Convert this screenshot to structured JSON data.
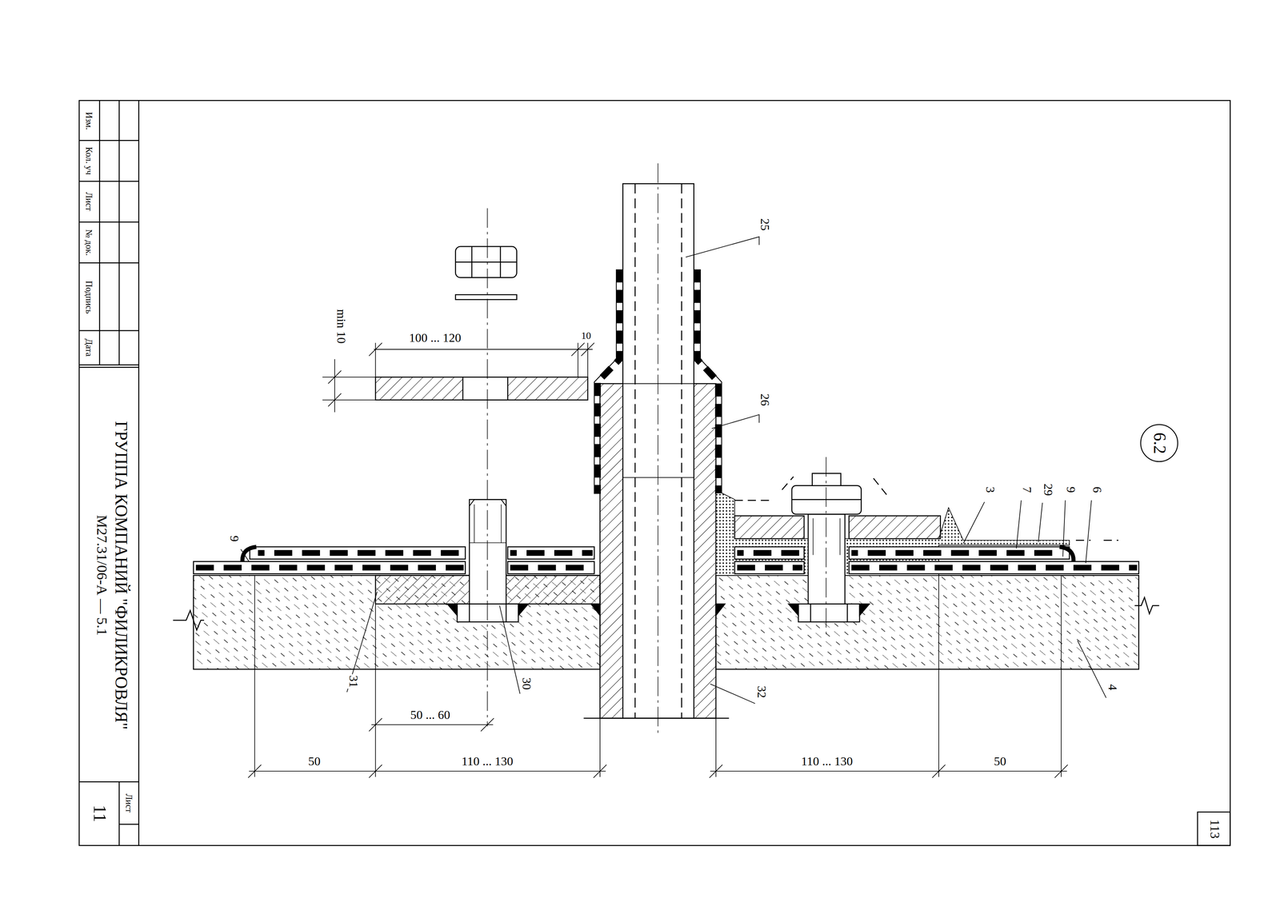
{
  "diagram": {
    "nodes": [
      {
        "text": [
          "6.2"
        ]
      }
    ],
    "labels": [
      "25",
      "26",
      "3",
      "7",
      "29",
      "9",
      "6",
      "9",
      "31",
      "30",
      "32",
      "4",
      "min 10",
      "100 ... 120",
      "10",
      "50 ... 60",
      "50",
      "110 ... 130",
      "110 ... 130",
      "50",
      "Изм.",
      "Кол. уч",
      "Лист",
      "№ док.",
      "Подпись",
      "Дата",
      "ГРУППА КОМПАНИЙ \"ФИЛИКРОВЛЯ\"",
      "М27.31/06-А — 5.1",
      "Лист",
      "11",
      "113"
    ]
  }
}
